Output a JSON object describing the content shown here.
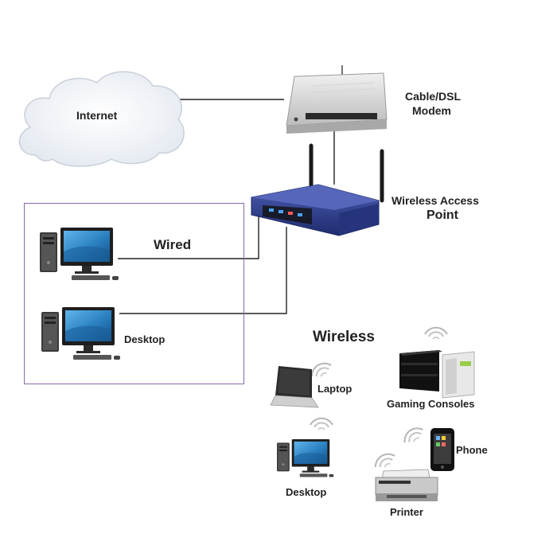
{
  "labels": {
    "internet": "Internet",
    "modem_line1": "Cable/DSL",
    "modem_line2": "Modem",
    "ap_line1": "Wireless Access",
    "ap_line2": "Point",
    "wired": "Wired",
    "desktop_wired": "Desktop",
    "wireless": "Wireless",
    "laptop": "Laptop",
    "gaming": "Gaming Consoles",
    "phone": "Phone",
    "desktop_wireless": "Desktop",
    "printer": "Printer"
  },
  "colors": {
    "wired_group_border": "#8a6aa8",
    "router_body": "#2e3f8f",
    "monitor_screen": "#2a7fc0",
    "cloud_fill": "#f4f6fa",
    "connection_line": "#222222"
  },
  "icons": [
    "cloud-icon",
    "modem-icon",
    "router-icon",
    "desktop-icon",
    "laptop-icon",
    "game-console-icon",
    "phone-icon",
    "printer-icon",
    "wifi-signal-icon"
  ]
}
